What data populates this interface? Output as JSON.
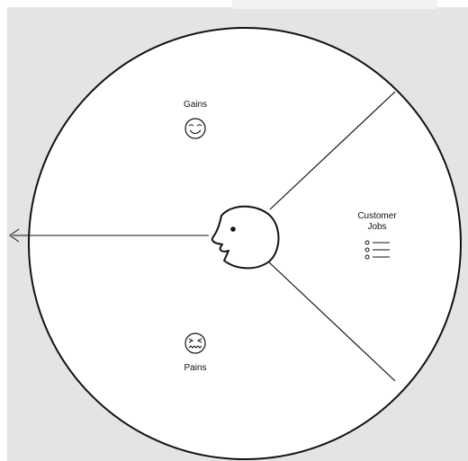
{
  "canvas": {
    "background_color": "#e4e4e4",
    "strip_color": "#f2f2f2",
    "circle_fill": "#ffffff",
    "stroke_color": "#111111"
  },
  "segments": {
    "gains": {
      "label": "Gains",
      "icon": "smiley-face-icon"
    },
    "customer_jobs": {
      "label_line1": "Customer",
      "label_line2": "Jobs",
      "icon": "bullet-list-icon"
    },
    "pains": {
      "label": "Pains",
      "icon": "pained-face-icon"
    }
  },
  "center": {
    "icon": "customer-head-icon"
  },
  "arrow": {
    "icon": "arrow-left-icon"
  }
}
